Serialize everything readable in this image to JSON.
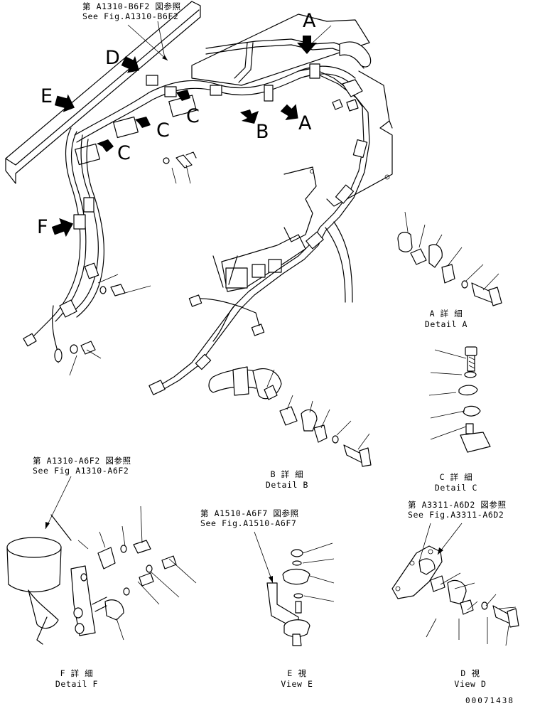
{
  "refs": {
    "b6f2": {
      "jp": "第 A1310-B6F2 図参照",
      "en": "See Fig.A1310-B6F2"
    },
    "a6f2": {
      "jp": "第 A1310-A6F2 図参照",
      "en": "See Fig A1310-A6F2"
    },
    "a6f7": {
      "jp": "第 A1510-A6F7 図参照",
      "en": "See Fig.A1510-A6F7"
    },
    "a6d2": {
      "jp": "第 A3311-A6D2 図参照",
      "en": "See Fig.A3311-A6D2"
    }
  },
  "view_letters": {
    "a_top": "A",
    "a_right": "A",
    "b": "B",
    "c1": "C",
    "c2": "C",
    "c3": "C",
    "d": "D",
    "e": "E",
    "f": "F"
  },
  "details": {
    "a": {
      "jp": "A 詳 細",
      "en": "Detail A"
    },
    "b": {
      "jp": "B 詳 細",
      "en": "Detail B"
    },
    "c": {
      "jp": "C 詳 細",
      "en": "Detail C"
    },
    "d": {
      "jp": "D 視",
      "en": "View D"
    },
    "e": {
      "jp": "E 視",
      "en": "View E"
    },
    "f": {
      "jp": "F 詳 細",
      "en": "Detail F"
    }
  },
  "drawing_code": "00071438"
}
